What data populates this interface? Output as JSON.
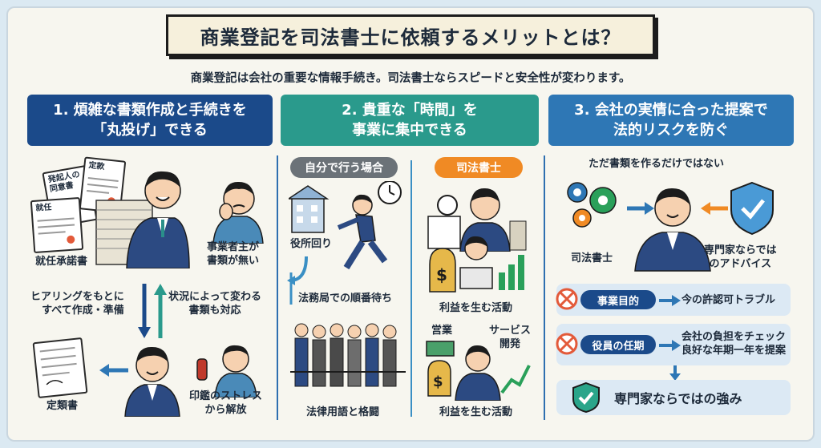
{
  "title": "商業登記を司法書士に依頼するメリットとは？",
  "subtitle": "商業登記は会社の重要な情報手続き。司法書士ならスピードと安全性が変わります。",
  "columns": [
    {
      "line1": "1. 煩雑な書類作成と手続きを",
      "line2": "「丸投げ」できる"
    },
    {
      "line1": "2. 貴重な「時間」を",
      "line2": "事業に集中できる"
    },
    {
      "line1": "3. 会社の実情に合った提案で",
      "line2": "法的リスクを防ぐ"
    }
  ],
  "col1": {
    "doc_hokkinin": "発起人の同意書",
    "doc_teikan": "定款",
    "doc_shunin": "就任",
    "label_shunin": "就任承諾書",
    "label_owner": "事業者主が\n書類が無い",
    "label_hearing": "ヒアリングをもとに\nすべて作成・準備",
    "label_situation": "状況によって変わる\n書類も対応",
    "label_teirui": "定類書",
    "label_stamp": "印鑑のストレス\nから解放"
  },
  "col2": {
    "self_pill": "自分で行う場合",
    "scrivener_pill": "司法書士",
    "label_yakusho": "役所回り",
    "label_homukyoku": "法務局での順番待ち",
    "label_horitsu": "法律用語と格闘",
    "label_rieki1": "利益を生む活動",
    "label_eigyo": "営業",
    "label_service": "サービス\n開発",
    "label_rieki2": "利益を生む活動"
  },
  "col3": {
    "intro": "ただ書類を作るだけではない",
    "label_scrivener": "司法書士",
    "label_expert": "専門家ならでは\nのアドバイス",
    "row1_pill": "事業目的",
    "row1_text": "今の許認可トラブル",
    "row2_pill": "役員の任期",
    "row2_text": "会社の負担をチェック\n良好な年期一年を提案",
    "strength": "専門家ならではの強み"
  },
  "colors": {
    "navy": "#1b4a8a",
    "teal": "#2a9a8c",
    "blue": "#2e77b5",
    "orange": "#f08a24",
    "gray": "#6b7278"
  }
}
